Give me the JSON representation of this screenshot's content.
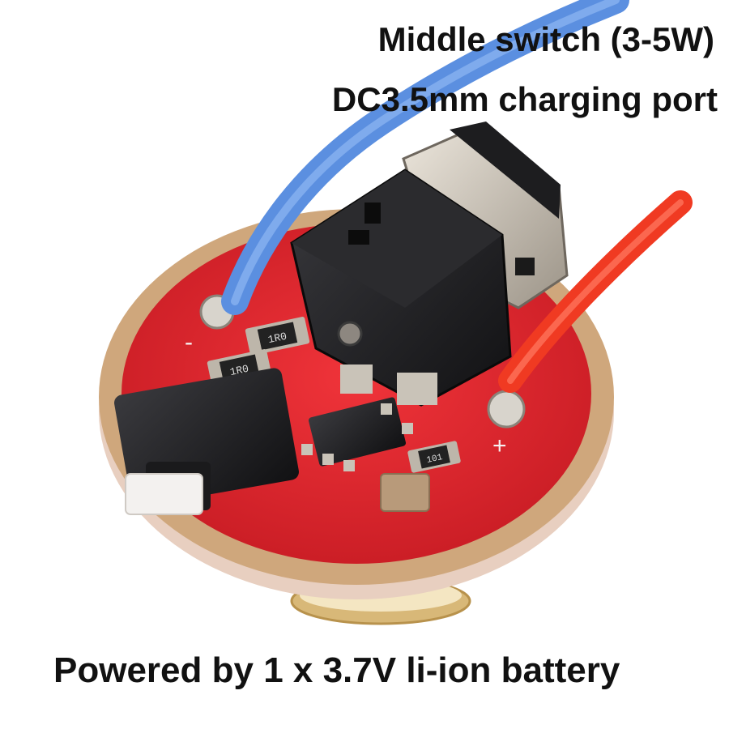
{
  "image": {
    "subject": "LED flashlight driver circuit board",
    "captions": {
      "switch": "Middle switch (3-5W)",
      "port": "DC3.5mm charging port",
      "battery": "Powered by 1 x 3.7V li-ion battery"
    },
    "board_markings": {
      "resistor_1": "1R0",
      "resistor_2": "1R0",
      "resistor_3": "101",
      "pad_neg": "-",
      "pad_pos": "+"
    },
    "colors": {
      "pcb": "#e5232b",
      "pcb_edge": "#c8a27a",
      "wire_blue": "#5b8fe0",
      "wire_red": "#f03a22",
      "component_black": "#1c1c1e",
      "metal": "#c9c3b8"
    }
  }
}
